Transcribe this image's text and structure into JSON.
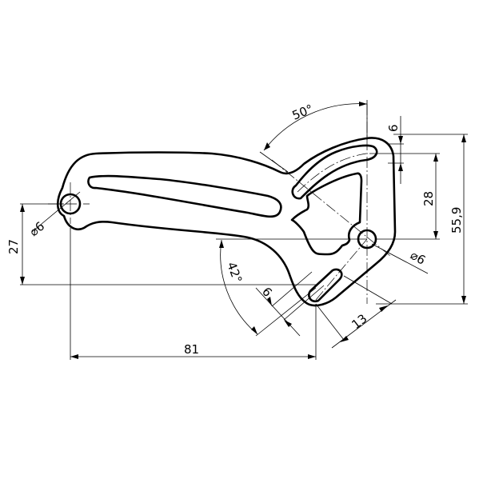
{
  "drawing": {
    "type": "technical drawing",
    "subject": "hook-shaped bracket / lever plate",
    "line_color": "#000000",
    "background": "#ffffff"
  },
  "dimensions": {
    "angle_top": "50°",
    "angle_left": "42°",
    "slot_width_top": "6",
    "slot_width_bottom": "6",
    "vertical_28": "28",
    "vertical_total": "55,9",
    "hole_left": "⌀6",
    "hole_right": "⌀6",
    "height_left": "27",
    "horizontal_total": "81",
    "slot_length": "13"
  }
}
